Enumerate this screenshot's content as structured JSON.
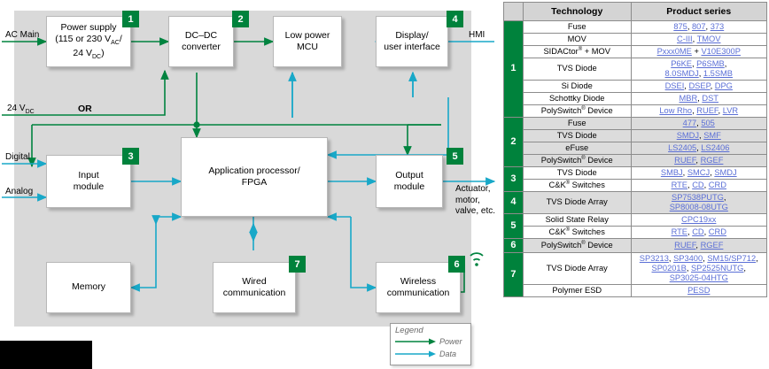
{
  "diagram": {
    "blocks": [
      {
        "id": "power-supply",
        "label": "Power supply\n(115 or 230 VAC/\n24 VDC)",
        "badge": "1"
      },
      {
        "id": "dcdc",
        "label": "DC–DC\nconverter",
        "badge": "2"
      },
      {
        "id": "mcu",
        "label": "Low power\nMCU",
        "badge": ""
      },
      {
        "id": "display",
        "label": "Display/\nuser interface",
        "badge": "4"
      },
      {
        "id": "input-module",
        "label": "Input\nmodule",
        "badge": "3"
      },
      {
        "id": "app-processor",
        "label": "Application processor/\nFPGA",
        "badge": ""
      },
      {
        "id": "output-module",
        "label": "Output\nmodule",
        "badge": "5"
      },
      {
        "id": "memory",
        "label": "Memory",
        "badge": ""
      },
      {
        "id": "wired-comm",
        "label": "Wired\ncommunication",
        "badge": "7"
      },
      {
        "id": "wireless-comm",
        "label": "Wireless\ncommunication",
        "badge": "6"
      }
    ],
    "io_labels": {
      "ac_main": "AC Main",
      "hmi": "HMI",
      "vdc24": "24 VDC",
      "or": "OR",
      "digital": "Digital",
      "analog": "Analog",
      "actuator": "Actuator,\nmotor,\nvalve, etc."
    },
    "legend": {
      "title": "Legend",
      "power": "Power",
      "data": "Data"
    },
    "colors": {
      "power": "#00833f",
      "data": "#18a8c8",
      "badge": "#00823c",
      "panel": "#d9d9d9"
    }
  },
  "table": {
    "headers": {
      "group": "",
      "technology": "Technology",
      "product": "Product series"
    },
    "groups": [
      {
        "number": "1",
        "shade": "w",
        "rows": [
          {
            "technology": "Fuse",
            "products": "875, 807, 373"
          },
          {
            "technology": "MOV",
            "products": "C-III, TMOV"
          },
          {
            "technology": "SIDACtor® + MOV",
            "products": "Pxxx0ME + V10E300P"
          },
          {
            "technology": "TVS Diode",
            "products": "P6KE, P6SMB,\n8.0SMDJ, 1.5SMB"
          },
          {
            "technology": "Si Diode",
            "products": "DSEI, DSEP, DPG"
          },
          {
            "technology": "Schottky Diode",
            "products": "MBR, DST"
          },
          {
            "technology": "PolySwitch® Device",
            "products": "Low Rho, RUEF, LVR"
          }
        ]
      },
      {
        "number": "2",
        "shade": "g",
        "rows": [
          {
            "technology": "Fuse",
            "products": "477, 505"
          },
          {
            "technology": "TVS Diode",
            "products": "SMDJ, SMF"
          },
          {
            "technology": "eFuse",
            "products": "LS2405, LS2406"
          },
          {
            "technology": "PolySwitch® Device",
            "products": "RUEF, RGEF"
          }
        ]
      },
      {
        "number": "3",
        "shade": "w",
        "rows": [
          {
            "technology": "TVS Diode",
            "products": "SMBJ, SMCJ, SMDJ"
          },
          {
            "technology": "C&K® Switches",
            "products": "RTE, CD, CRD"
          }
        ]
      },
      {
        "number": "4",
        "shade": "g",
        "rows": [
          {
            "technology": "TVS Diode Array",
            "products": "SP7538PUTG,\nSP8008-08UTG"
          }
        ]
      },
      {
        "number": "5",
        "shade": "w",
        "rows": [
          {
            "technology": "Solid State Relay",
            "products": "CPC19xx"
          },
          {
            "technology": "C&K® Switches",
            "products": "RTE, CD, CRD"
          }
        ]
      },
      {
        "number": "6",
        "shade": "g",
        "rows": [
          {
            "technology": "PolySwitch® Device",
            "products": "RUEF, RGEF"
          }
        ]
      },
      {
        "number": "7",
        "shade": "w",
        "rows": [
          {
            "technology": "TVS Diode Array",
            "products": "SP3213, SP3400, SM15/SP712,\nSP0201B, SP2525NUTG,\nSP3025-04HTG"
          },
          {
            "technology": "Polymer ESD",
            "products": "PESD"
          }
        ]
      }
    ]
  }
}
